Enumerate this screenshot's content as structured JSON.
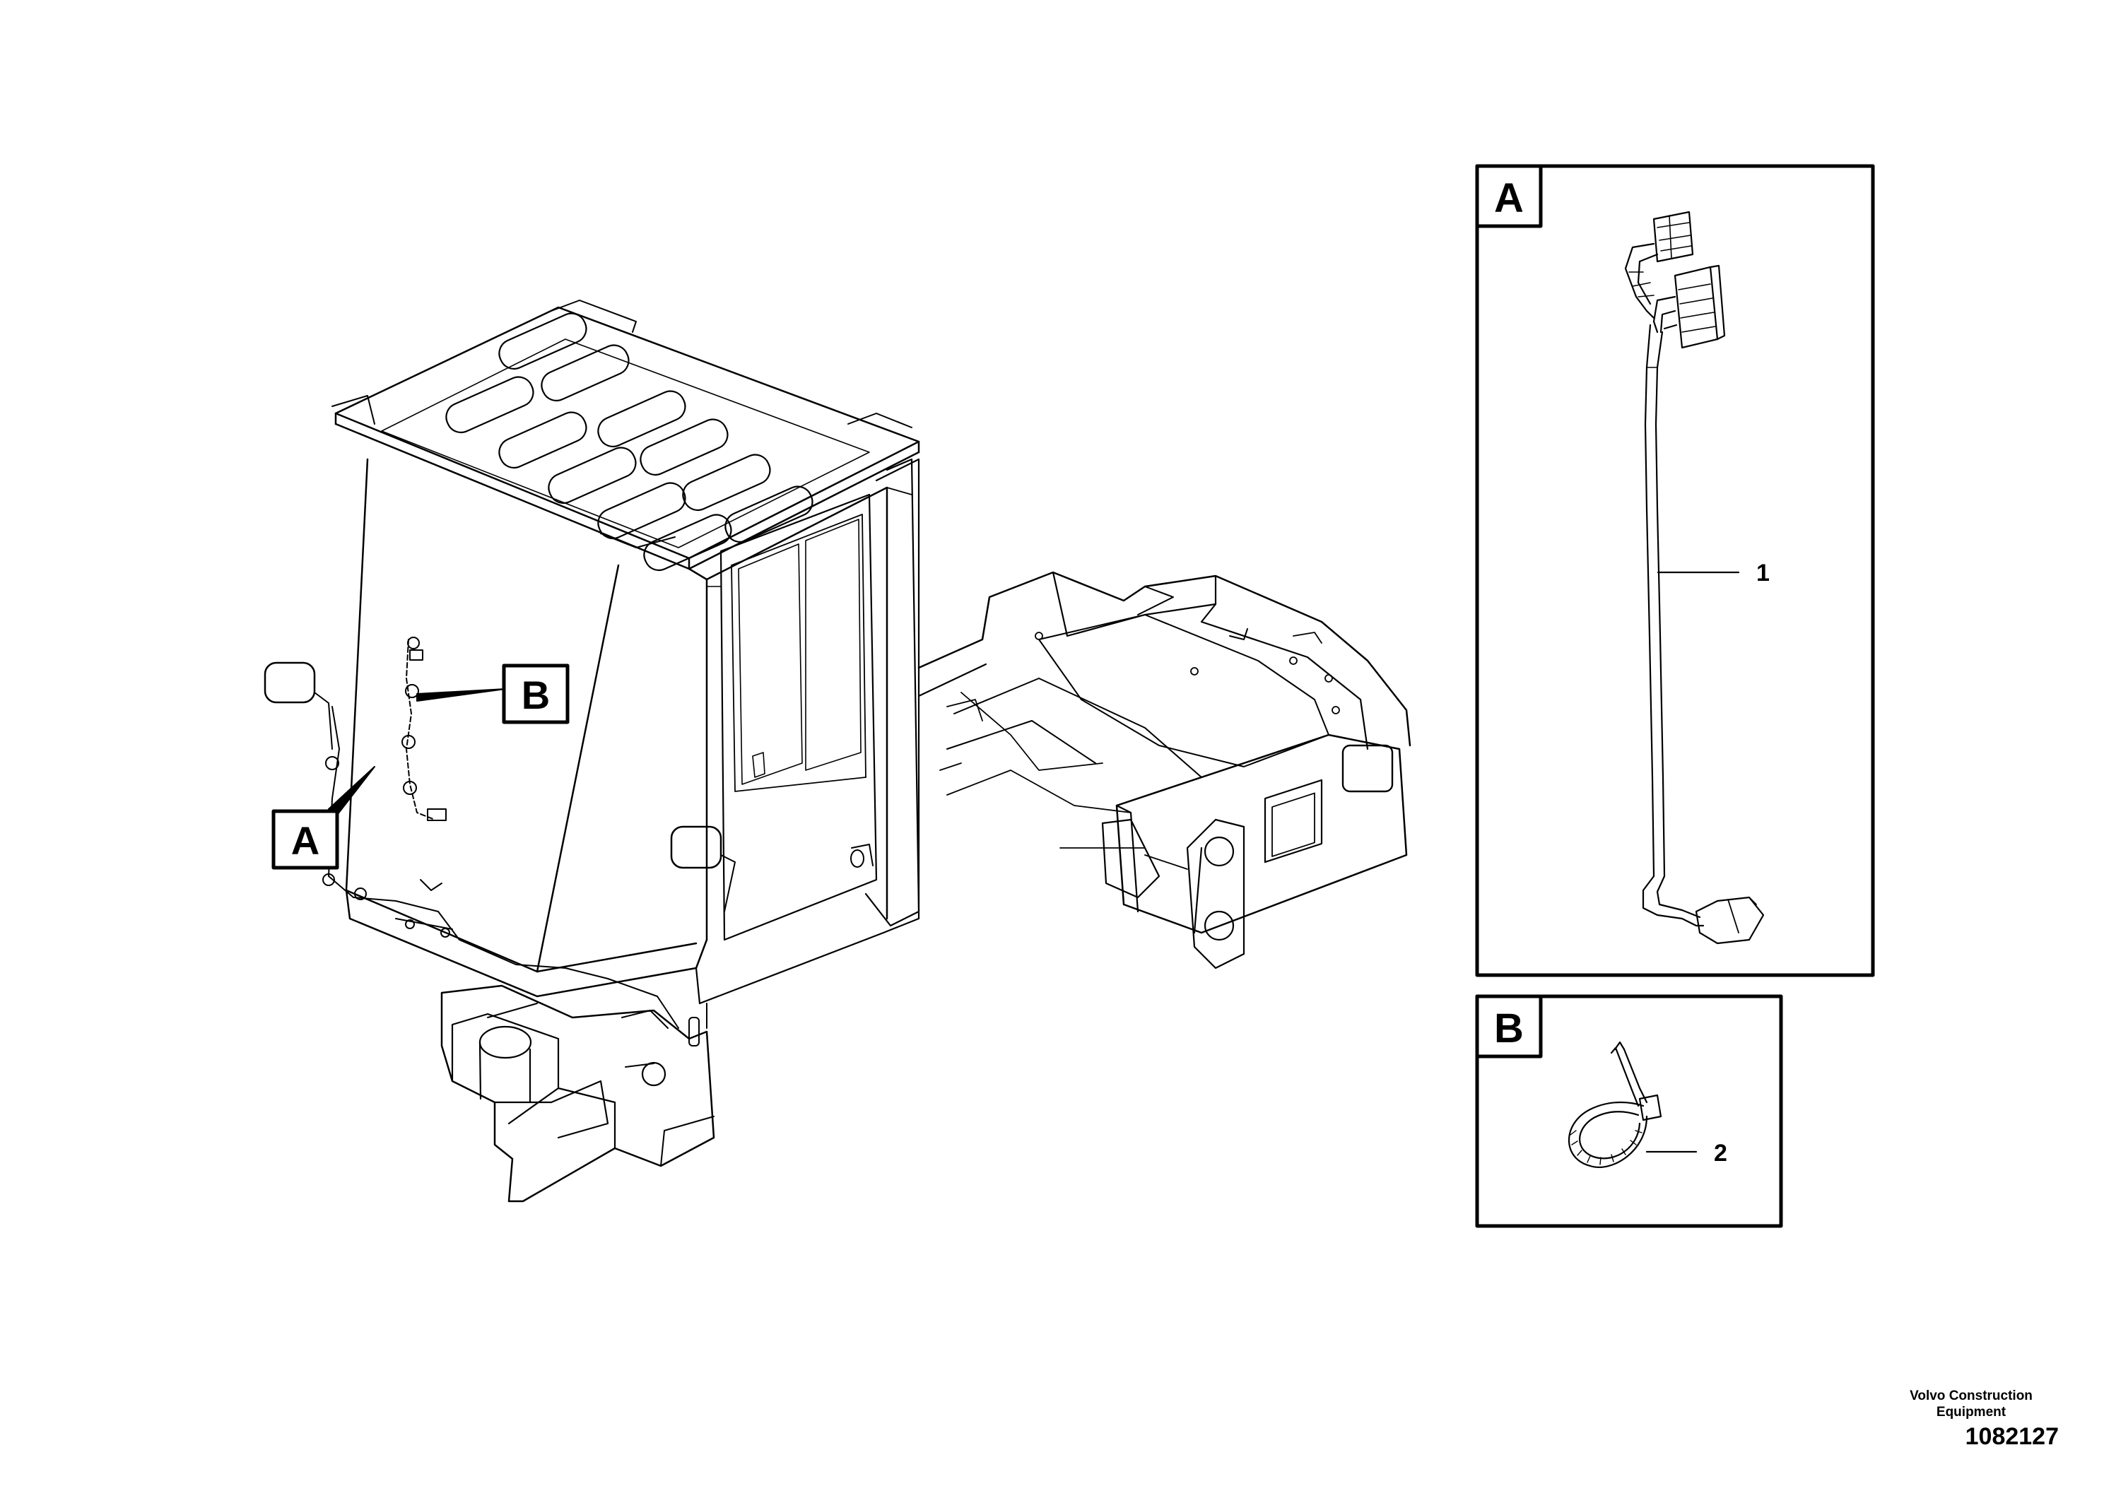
{
  "detail_a": {
    "letter": "A",
    "item_label": "1"
  },
  "detail_b": {
    "letter": "B",
    "item_label": "2"
  },
  "main_callouts": {
    "a": "A",
    "b": "B"
  },
  "caption": {
    "company_line1": "Volvo Construction",
    "company_line2": "Equipment",
    "drawing_number": "1082127"
  }
}
